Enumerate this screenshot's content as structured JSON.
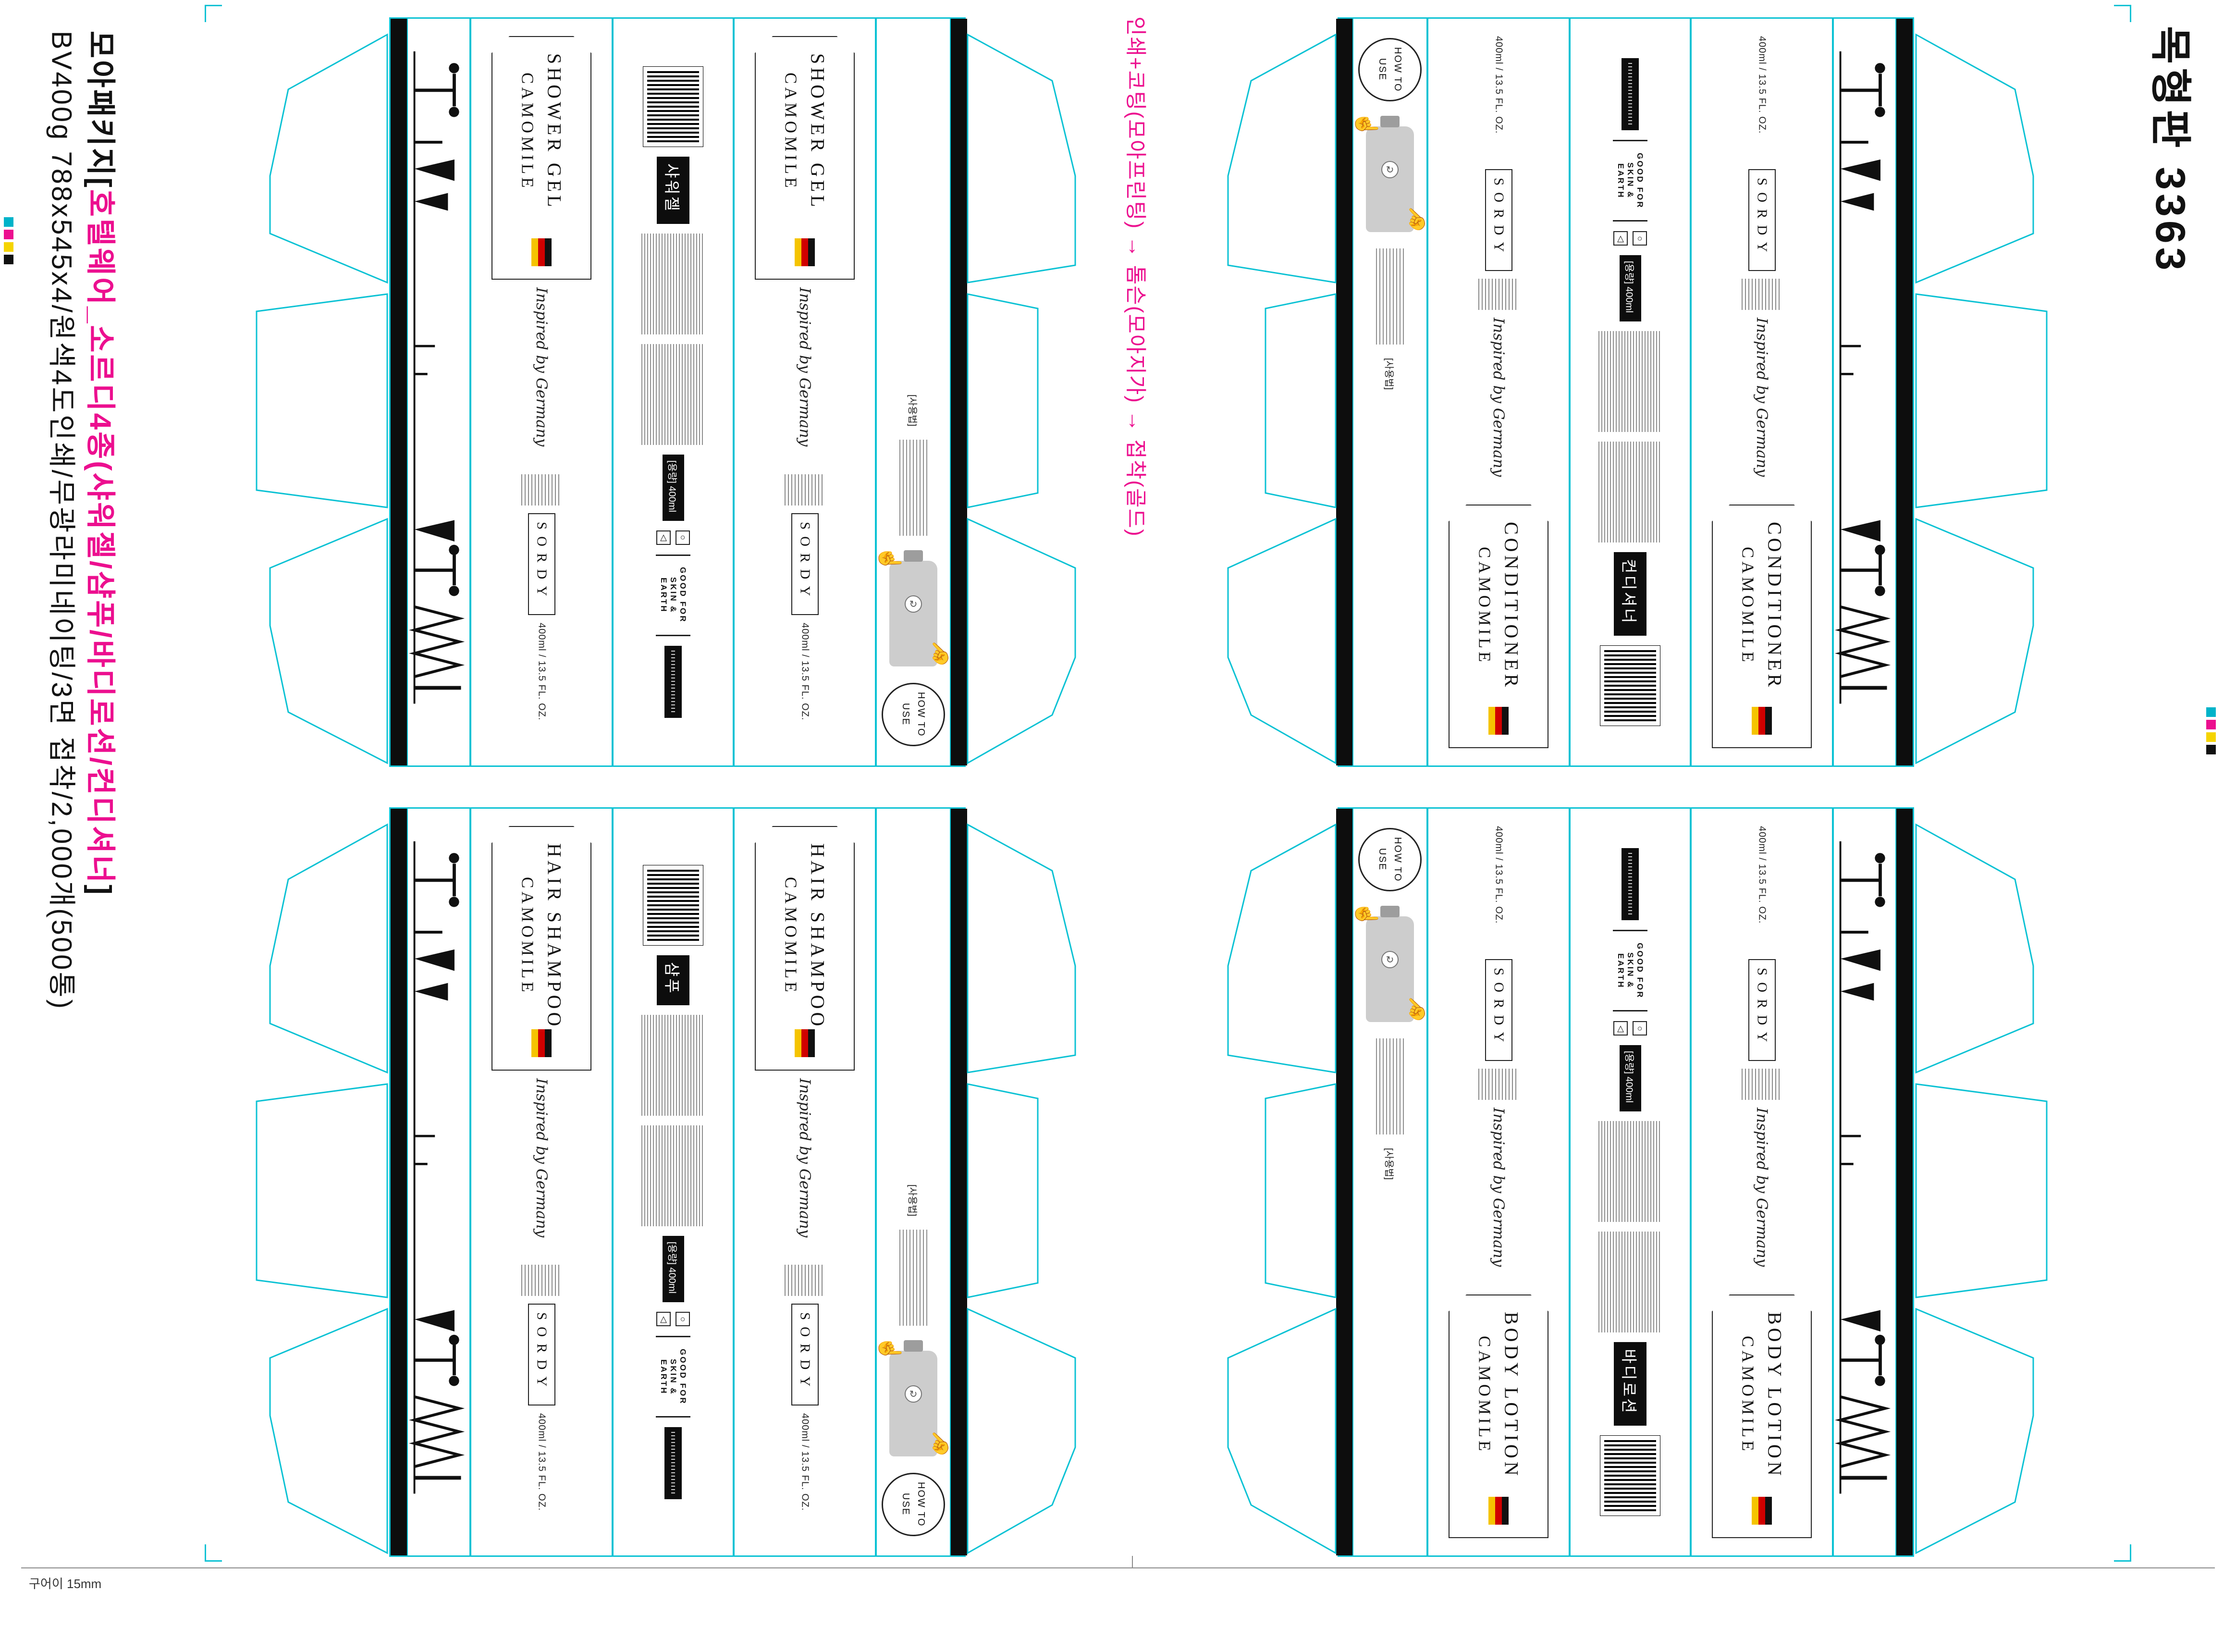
{
  "page": {
    "job_title_black1": "모아패키지[",
    "job_title_magenta": "호텔웨어_소르디4종(샤워젤/샴푸/바디로션/컨디셔너",
    "job_title_black2": "]",
    "job_spec": "BV400g 788x545x4/원색4도인쇄/무광라미네이팅/3면 접착/2,000개(500통)",
    "plate_label": "목형판 3363",
    "workflow": "인쇄+코팅(모아프린팅) → 톰슨(모아지가) → 접착(골드)",
    "bottom_note": "구어이 15mm"
  },
  "colors": {
    "dieline_cyan": "#0cc2d4",
    "accent_magenta": "#ec0f8f",
    "flag": [
      "#f5c400",
      "#d00000",
      "#111111"
    ],
    "cmyk": [
      "#00b3c9",
      "#ec0f8f",
      "#f5d400",
      "#111111"
    ]
  },
  "brand": {
    "name": "SORDY",
    "tagline": "Inspired by Germany",
    "volume": "400ml / 13.5 FL. OZ.",
    "how_to_use": "HOW TO USE",
    "good_for": "GOOD FOR SKIN & EARTH",
    "usage_label": "[사용법]",
    "capacity_label": "[용량] 400ml"
  },
  "icons": {
    "cert_1": "△",
    "cert_2": "○",
    "hand": "☝",
    "pump_dot": "↻"
  },
  "products": [
    {
      "id": "shower-gel",
      "en1": "SHOWER GEL",
      "en2": "CAMOMILE",
      "kr": "샤워젤"
    },
    {
      "id": "hair-shampoo",
      "en1": "HAIR SHAMPOO",
      "en2": "CAMOMILE",
      "kr": "샴푸"
    },
    {
      "id": "conditioner",
      "en1": "CONDITIONER",
      "en2": "CAMOMILE",
      "kr": "컨디셔너"
    },
    {
      "id": "body-lotion",
      "en1": "BODY LOTION",
      "en2": "CAMOMILE",
      "kr": "바디로션"
    }
  ]
}
